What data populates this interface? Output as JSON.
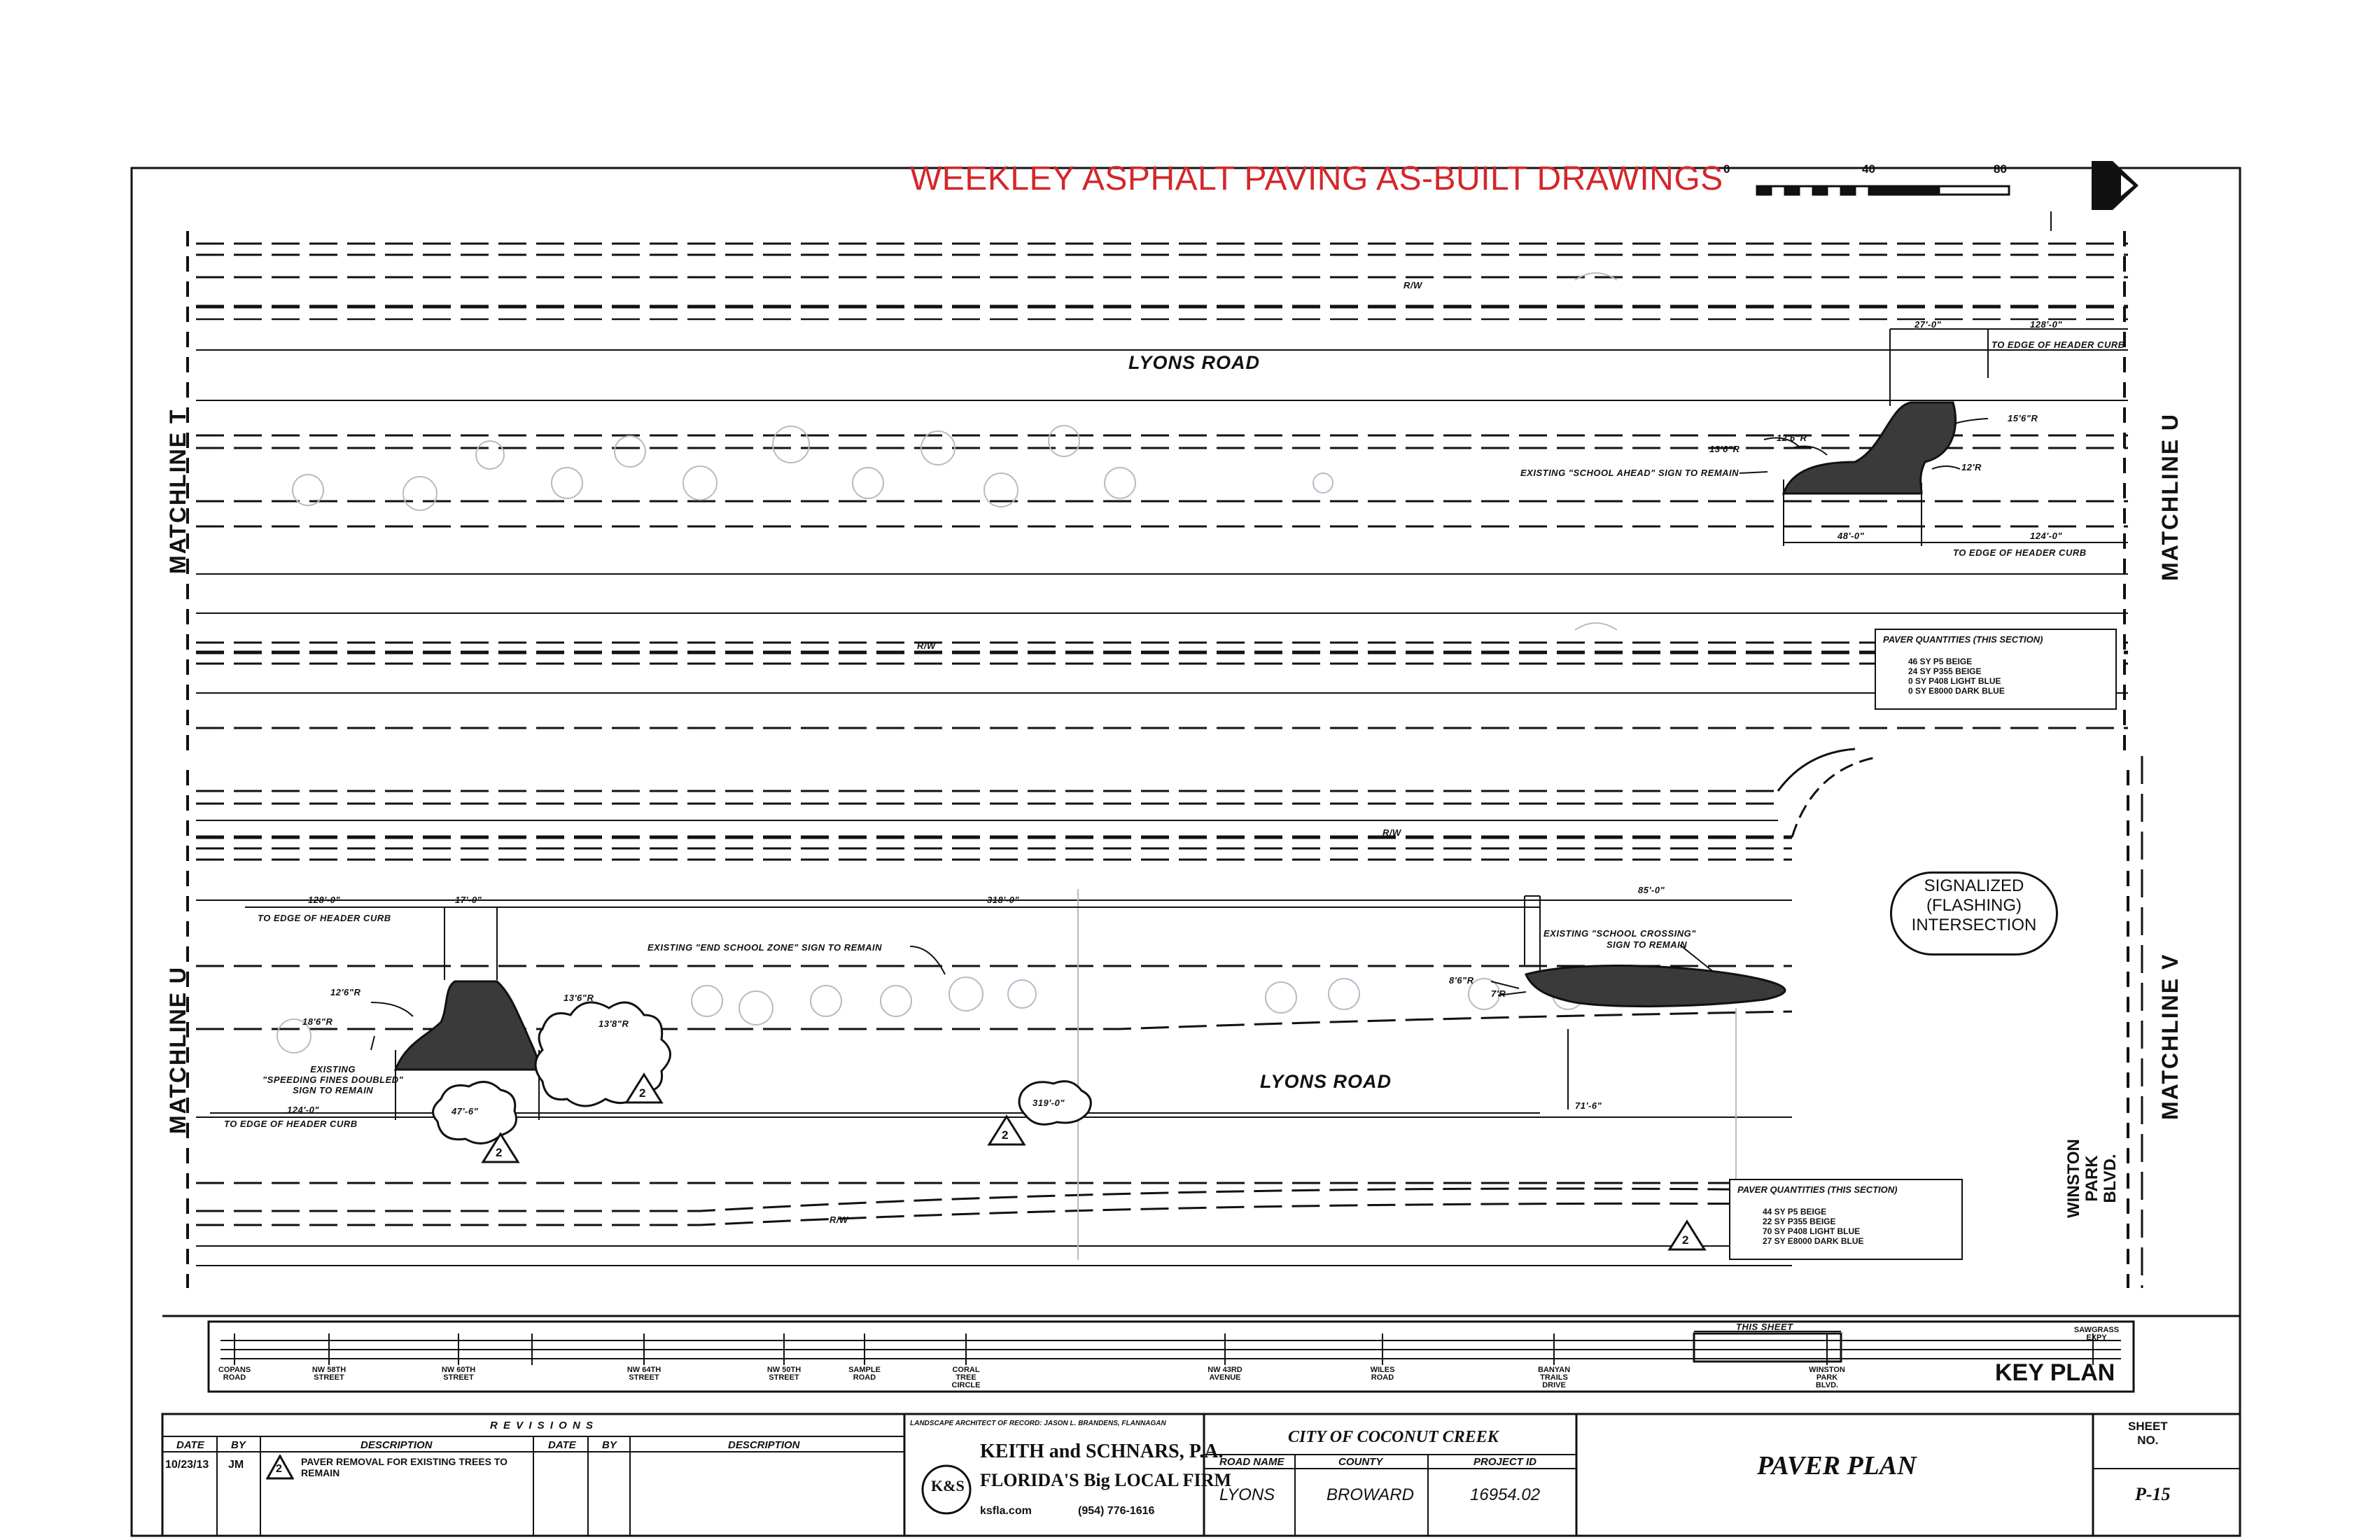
{
  "title": "WEEKLEY ASPHALT PAVING AS-BUILT DRAWINGS",
  "scale_bar": {
    "labels": [
      "0",
      "40",
      "80"
    ]
  },
  "colors": {
    "title_red": "#d3272a",
    "ink": "#111111",
    "paver_fill": "#3a3a3a",
    "faint": "#b9b9c9"
  },
  "icons": {
    "north_arrow": "north-arrow-icon",
    "revision_marker": "revision-triangle-icon"
  },
  "top_section": {
    "matchline_left": "MATCHLINE T",
    "matchline_right": "MATCHLINE U",
    "road_label": "LYONS ROAD",
    "rw_top": "R/W",
    "rw_bottom": "R/W",
    "dim_27": "27'-0\"",
    "dim_128": "128'-0\"",
    "to_edge_top": "TO EDGE OF HEADER CURB",
    "r_156": "15'6\"R",
    "r_126": "12'6\"R",
    "r_136": "13'6\"R",
    "r_12": "12'R",
    "sign_note": "EXISTING \"SCHOOL AHEAD\" SIGN TO REMAIN",
    "dim_48": "48'-0\"",
    "dim_124": "124'-0\"",
    "to_edge_bottom": "TO EDGE OF HEADER CURB",
    "quantities": {
      "title": "PAVER QUANTITIES (THIS SECTION)",
      "rows": [
        "46 SY P5 BEIGE",
        "24 SY P355 BEIGE",
        "0 SY P408 LIGHT BLUE",
        "0 SY E8000 DARK BLUE"
      ]
    }
  },
  "bottom_section": {
    "matchline_left": "MATCHLINE U",
    "matchline_right": "MATCHLINE V",
    "road_label": "LYONS ROAD",
    "rw_top": "R/W",
    "rw_bottom": "R/W",
    "dim_128": "128'-0\"",
    "dim_17": "17'-0\"",
    "dim_318": "318'-0\"",
    "dim_85": "85'-0\"",
    "to_edge_top": "TO EDGE OF HEADER CURB",
    "end_zone_note": "EXISTING \"END SCHOOL ZONE\" SIGN TO REMAIN",
    "crossing_note_1": "EXISTING \"SCHOOL CROSSING\"",
    "crossing_note_2": "SIGN TO REMAIN",
    "r_126": "12'6\"R",
    "r_186": "18'6\"R",
    "r_136": "13'6\"R",
    "r_138": "13'8\"R",
    "r_86": "8'6\"R",
    "r_7": "7'R",
    "speeding_note": "EXISTING\n\"SPEEDING FINES DOUBLED\"\nSIGN TO REMAIN",
    "dim_124": "124'-0\"",
    "to_edge_bottom": "TO EDGE OF HEADER CURB",
    "dim_47": "47'-6\"",
    "dim_319": "319'-0\"",
    "dim_71": "71'-6\"",
    "signalized": "SIGNALIZED\n(FLASHING)\nINTERSECTION",
    "winston": "WINSTON\nPARK\nBLVD.",
    "rev_num": "2",
    "quantities": {
      "title": "PAVER QUANTITIES (THIS SECTION)",
      "rows": [
        "44 SY P5 BEIGE",
        "22 SY P355 BEIGE",
        "70 SY P408 LIGHT BLUE",
        "27 SY E8000 DARK BLUE"
      ]
    }
  },
  "key_plan": {
    "title": "KEY PLAN",
    "this_sheet": "THIS SHEET",
    "labels": [
      "COPANS\nROAD",
      "NW 58TH\nSTREET",
      "NW 60TH\nSTREET",
      "NW 64TH\nSTREET",
      "NW 50TH\nSTREET",
      "SAMPLE\nROAD",
      "CORAL\nTREE\nCIRCLE",
      "NW 43RD\nAVENUE",
      "WILES\nROAD",
      "BANYAN\nTRAILS\nDRIVE",
      "WINSTON\nPARK\nBLVD.",
      "SAWGRASS\nEXPY"
    ]
  },
  "title_block": {
    "revisions_header": "R E V I S I O N S",
    "col_date": "DATE",
    "col_by": "BY",
    "col_description": "DESCRIPTION",
    "rev_date": "10/23/13",
    "rev_by": "JM",
    "rev_num": "2",
    "rev_desc": "PAVER REMOVAL FOR EXISTING TREES TO REMAIN",
    "firm_caption": "LANDSCAPE ARCHITECT OF RECORD: JASON L. BRANDENS, FLANNAGAN",
    "firm_name": "KEITH and SCHNARS, P.A.",
    "firm_tagline": "FLORIDA'S Big LOCAL FIRM",
    "firm_logo": "K&S",
    "firm_web": "ksfla.com",
    "firm_phone": "(954) 776-1616",
    "city": "CITY OF COCONUT CREEK",
    "road_name_label": "ROAD NAME",
    "county_label": "COUNTY",
    "project_label": "PROJECT ID",
    "road_name": "LYONS",
    "county": "BROWARD",
    "project_id": "16954.02",
    "sheet_title": "PAVER PLAN",
    "sheet_no_label": "SHEET\nNO.",
    "sheet_no": "P-15"
  }
}
